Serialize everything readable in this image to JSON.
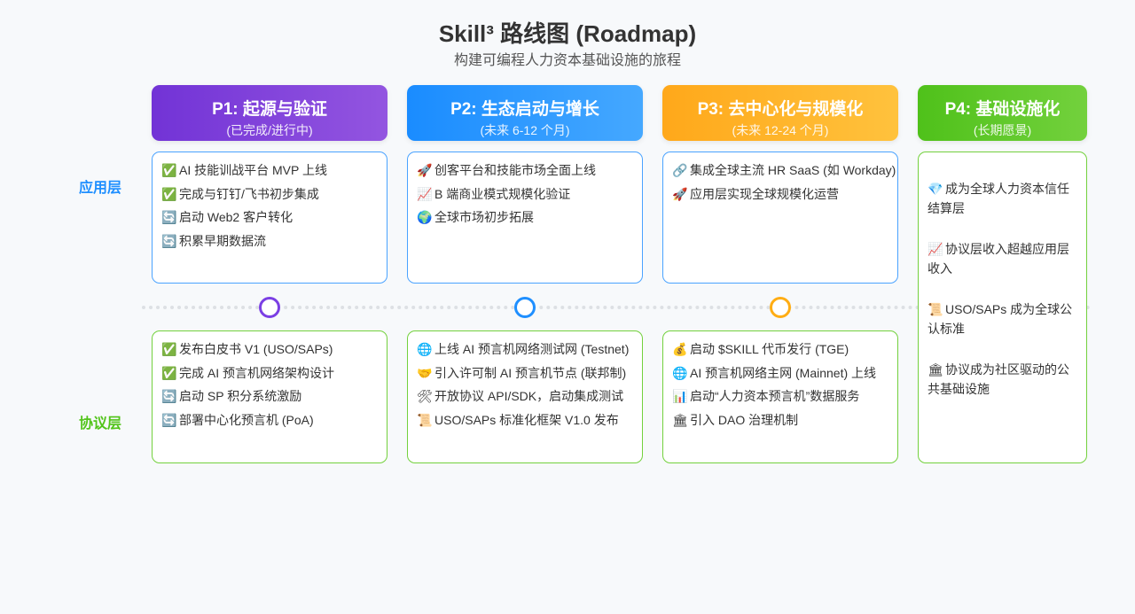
{
  "title": "Skill³ 路线图 (Roadmap)",
  "subtitle": "构建可编程人力资本基础设施的旅程",
  "layers": {
    "app": "应用层",
    "protocol": "协议层"
  },
  "colors": {
    "p1": "#7b3fe4",
    "p2": "#1f8fff",
    "p3": "#ffad14",
    "p4": "#52c41a"
  },
  "phases": [
    {
      "title": "P1: 起源与验证",
      "sub": "(已完成/进行中)",
      "app": [
        {
          "icon": "✅",
          "text": "AI 技能训战平台 MVP 上线"
        },
        {
          "icon": "✅",
          "text": "完成与钉钉/飞书初步集成"
        },
        {
          "icon": "🔄",
          "text": "启动 Web2 客户转化"
        },
        {
          "icon": "🔄",
          "text": "积累早期数据流"
        }
      ],
      "protocol": [
        {
          "icon": "✅",
          "text": "发布白皮书 V1 (USO/SAPs)"
        },
        {
          "icon": "✅",
          "text": "完成 AI 预言机网络架构设计"
        },
        {
          "icon": "🔄",
          "text": "启动 SP 积分系统激励"
        },
        {
          "icon": "🔄",
          "text": "部署中心化预言机 (PoA)"
        }
      ]
    },
    {
      "title": "P2: 生态启动与增长",
      "sub": "(未来 6-12 个月)",
      "app": [
        {
          "icon": "🚀",
          "text": "创客平台和技能市场全面上线"
        },
        {
          "icon": "📈",
          "text": "B 端商业模式规模化验证"
        },
        {
          "icon": "🌍",
          "text": "全球市场初步拓展"
        }
      ],
      "protocol": [
        {
          "icon": "🌐",
          "text": "上线 AI 预言机网络测试网 (Testnet)"
        },
        {
          "icon": "🤝",
          "text": "引入许可制 AI 预言机节点 (联邦制)"
        },
        {
          "icon": "🛠",
          "text": "开放协议 API/SDK，启动集成测试"
        },
        {
          "icon": "📜",
          "text": "USO/SAPs 标准化框架 V1.0 发布"
        }
      ]
    },
    {
      "title": "P3: 去中心化与规模化",
      "sub": "(未来 12-24 个月)",
      "app": [
        {
          "icon": "🔗",
          "text": "集成全球主流 HR SaaS (如 Workday)"
        },
        {
          "icon": "🚀",
          "text": "应用层实现全球规模化运营"
        }
      ],
      "protocol": [
        {
          "icon": "💰",
          "text": "启动 $SKILL 代币发行 (TGE)"
        },
        {
          "icon": "🌐",
          "text": "AI 预言机网络主网 (Mainnet) 上线"
        },
        {
          "icon": "📊",
          "text": "启动“人力资本预言机”数据服务"
        },
        {
          "icon": "🏛",
          "text": "引入 DAO 治理机制"
        }
      ]
    },
    {
      "title": "P4: 基础设施化",
      "sub": "(长期愿景)",
      "items": [
        {
          "icon": "💎",
          "text": "成为全球人力资本信任结算层"
        },
        {
          "icon": "📈",
          "text": "协议层收入超越应用层收入"
        },
        {
          "icon": "📜",
          "text": "USO/SAPs 成为全球公认标准"
        },
        {
          "icon": "🏛",
          "text": "协议成为社区驱动的公共基础设施"
        }
      ]
    }
  ]
}
